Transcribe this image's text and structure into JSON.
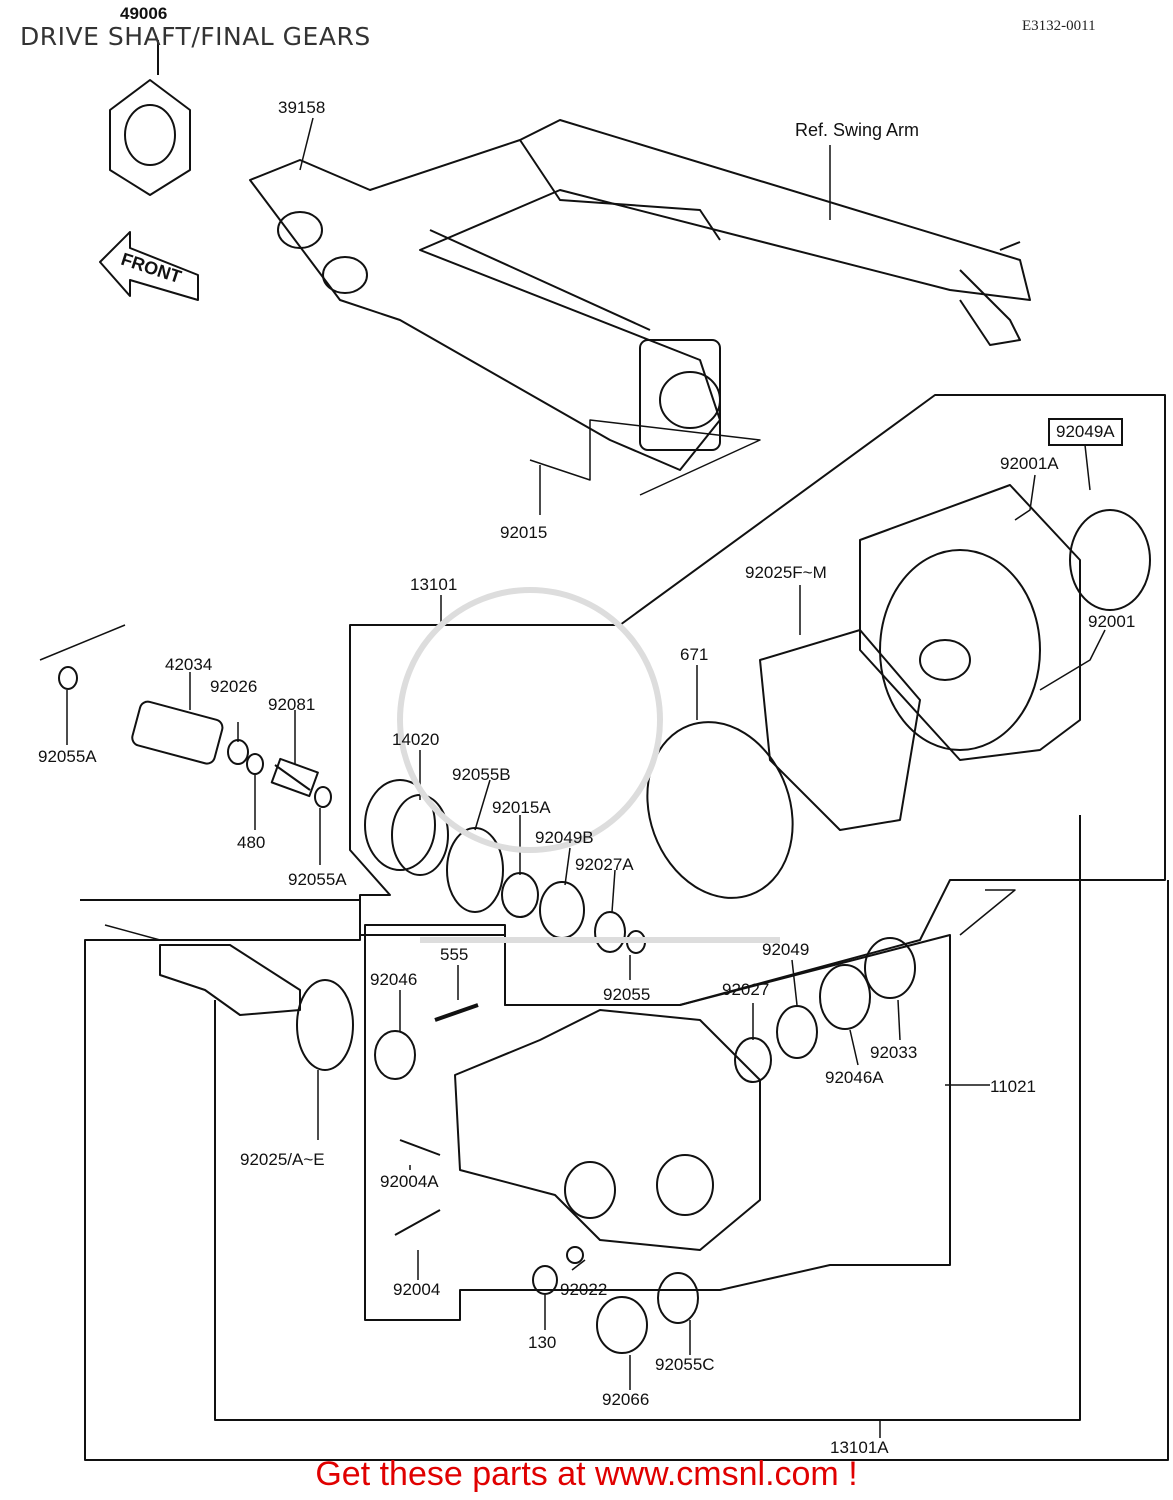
{
  "header": {
    "title": "DRIVE SHAFT/FINAL GEARS",
    "diagram_code": "E3132-0011"
  },
  "direction_arrow": {
    "label": "FRONT"
  },
  "reference": {
    "label": "Ref. Swing Arm"
  },
  "parts": {
    "p49006": "49006",
    "p39158": "39158",
    "p92015": "92015",
    "p13101": "13101",
    "p92049A": "92049A",
    "p92001A": "92001A",
    "p92025FM": "92025F~M",
    "p671": "671",
    "p92001": "92001",
    "p42034": "42034",
    "p92026": "92026",
    "p92081": "92081",
    "p92055A_1": "92055A",
    "p480": "480",
    "p92055A_2": "92055A",
    "p14020": "14020",
    "p92055B": "92055B",
    "p92015A": "92015A",
    "p92049B": "92049B",
    "p92027A": "92027A",
    "p555": "555",
    "p92046": "92046",
    "p92055": "92055",
    "p92049": "92049",
    "p92027": "92027",
    "p92033": "92033",
    "p92046A": "92046A",
    "p11021": "11021",
    "p92025AE": "92025/A~E",
    "p92004A": "92004A",
    "p92004": "92004",
    "p92022": "92022",
    "p130": "130",
    "p92055C": "92055C",
    "p92066": "92066",
    "p13101A": "13101A"
  },
  "footer": {
    "cta": "Get these parts at www.cmsnl.com !"
  },
  "colors": {
    "line": "#111111",
    "cta": "#e00000"
  }
}
